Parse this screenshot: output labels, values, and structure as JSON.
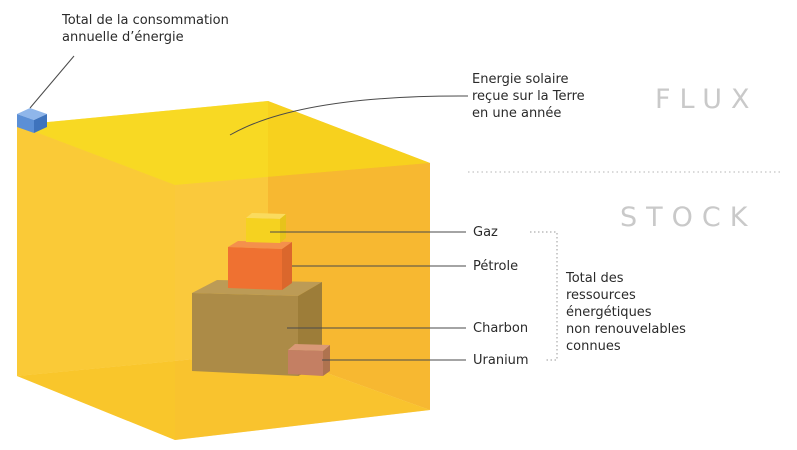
{
  "labels": {
    "total_consumption": "Total de la consommation\nannuelle d’énergie",
    "solar": "Energie solaire\nreçue sur la Terre\nen une année",
    "flux": "FLUX",
    "stock": "STOCK",
    "gas": "Gaz",
    "petrol": "Pétrole",
    "coal": "Charbon",
    "uranium": "Uranium",
    "non_renewable_total": "Total des\nressources\nénergétiques\nnon renouvelables\nconnues"
  },
  "colors": {
    "solar_cube": "#f9c424",
    "gas": "#f2e21a",
    "petrol": "#e8323a",
    "coal": "#6e6262",
    "uranium": "#9a4c94",
    "consumption": "#5b8fd6",
    "section_title": "#c9c9c9"
  }
}
